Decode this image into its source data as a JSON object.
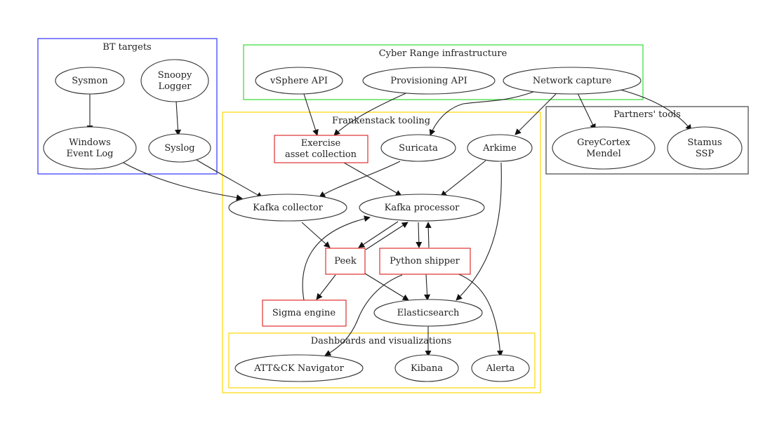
{
  "clusters": {
    "bt_targets": {
      "label": "BT targets",
      "color": "#3333ff"
    },
    "cyber_range": {
      "label": "Cyber Range infrastructure",
      "color": "#33dd33"
    },
    "frankenstack": {
      "label": "Frankenstack tooling",
      "color": "#ffd700"
    },
    "partners": {
      "label": "Partners' tools",
      "color": "#444444"
    },
    "dashboards": {
      "label": "Dashboards and visualizations",
      "color": "#ffd700"
    }
  },
  "nodes": {
    "sysmon": {
      "label": "Sysmon",
      "shape": "ellipse"
    },
    "snoopy": {
      "label": [
        "Snoopy",
        "Logger"
      ],
      "shape": "ellipse"
    },
    "wevtlog": {
      "label": [
        "Windows",
        "Event Log"
      ],
      "shape": "ellipse"
    },
    "syslog": {
      "label": "Syslog",
      "shape": "ellipse"
    },
    "vsphere": {
      "label": "vSphere API",
      "shape": "ellipse"
    },
    "provisioning": {
      "label": "Provisioning API",
      "shape": "ellipse"
    },
    "netcap": {
      "label": "Network capture",
      "shape": "ellipse"
    },
    "exercise": {
      "label": [
        "Exercise",
        "asset collection"
      ],
      "shape": "box"
    },
    "suricata": {
      "label": "Suricata",
      "shape": "ellipse"
    },
    "arkime": {
      "label": "Arkime",
      "shape": "ellipse"
    },
    "greycortex": {
      "label": [
        "GreyCortex",
        "Mendel"
      ],
      "shape": "ellipse"
    },
    "stamus": {
      "label": [
        "Stamus",
        "SSP"
      ],
      "shape": "ellipse"
    },
    "kcollector": {
      "label": "Kafka collector",
      "shape": "ellipse"
    },
    "kprocessor": {
      "label": "Kafka processor",
      "shape": "ellipse"
    },
    "peek": {
      "label": "Peek",
      "shape": "box"
    },
    "pyshipper": {
      "label": "Python shipper",
      "shape": "box"
    },
    "sigma": {
      "label": "Sigma engine",
      "shape": "box"
    },
    "elastic": {
      "label": "Elasticsearch",
      "shape": "ellipse"
    },
    "attack": {
      "label": "ATT&CK Navigator",
      "shape": "ellipse"
    },
    "kibana": {
      "label": "Kibana",
      "shape": "ellipse"
    },
    "alerta": {
      "label": "Alerta",
      "shape": "ellipse"
    }
  },
  "edges": [
    {
      "from": "sysmon",
      "to": "wevtlog"
    },
    {
      "from": "snoopy",
      "to": "syslog"
    },
    {
      "from": "wevtlog",
      "to": "kcollector"
    },
    {
      "from": "syslog",
      "to": "kcollector"
    },
    {
      "from": "vsphere",
      "to": "exercise"
    },
    {
      "from": "provisioning",
      "to": "exercise"
    },
    {
      "from": "netcap",
      "to": "suricata"
    },
    {
      "from": "netcap",
      "to": "arkime"
    },
    {
      "from": "netcap",
      "to": "greycortex"
    },
    {
      "from": "netcap",
      "to": "stamus"
    },
    {
      "from": "exercise",
      "to": "kprocessor"
    },
    {
      "from": "suricata",
      "to": "kcollector"
    },
    {
      "from": "arkime",
      "to": "kprocessor"
    },
    {
      "from": "arkime",
      "to": "elastic"
    },
    {
      "from": "kcollector",
      "to": "peek"
    },
    {
      "from": "kprocessor",
      "to": "peek"
    },
    {
      "from": "peek",
      "to": "kprocessor"
    },
    {
      "from": "kprocessor",
      "to": "pyshipper"
    },
    {
      "from": "pyshipper",
      "to": "kprocessor"
    },
    {
      "from": "sigma",
      "to": "kprocessor"
    },
    {
      "from": "peek",
      "to": "sigma"
    },
    {
      "from": "peek",
      "to": "elastic"
    },
    {
      "from": "pyshipper",
      "to": "elastic"
    },
    {
      "from": "pyshipper",
      "to": "attack"
    },
    {
      "from": "pyshipper",
      "to": "alerta"
    },
    {
      "from": "elastic",
      "to": "kibana"
    }
  ]
}
